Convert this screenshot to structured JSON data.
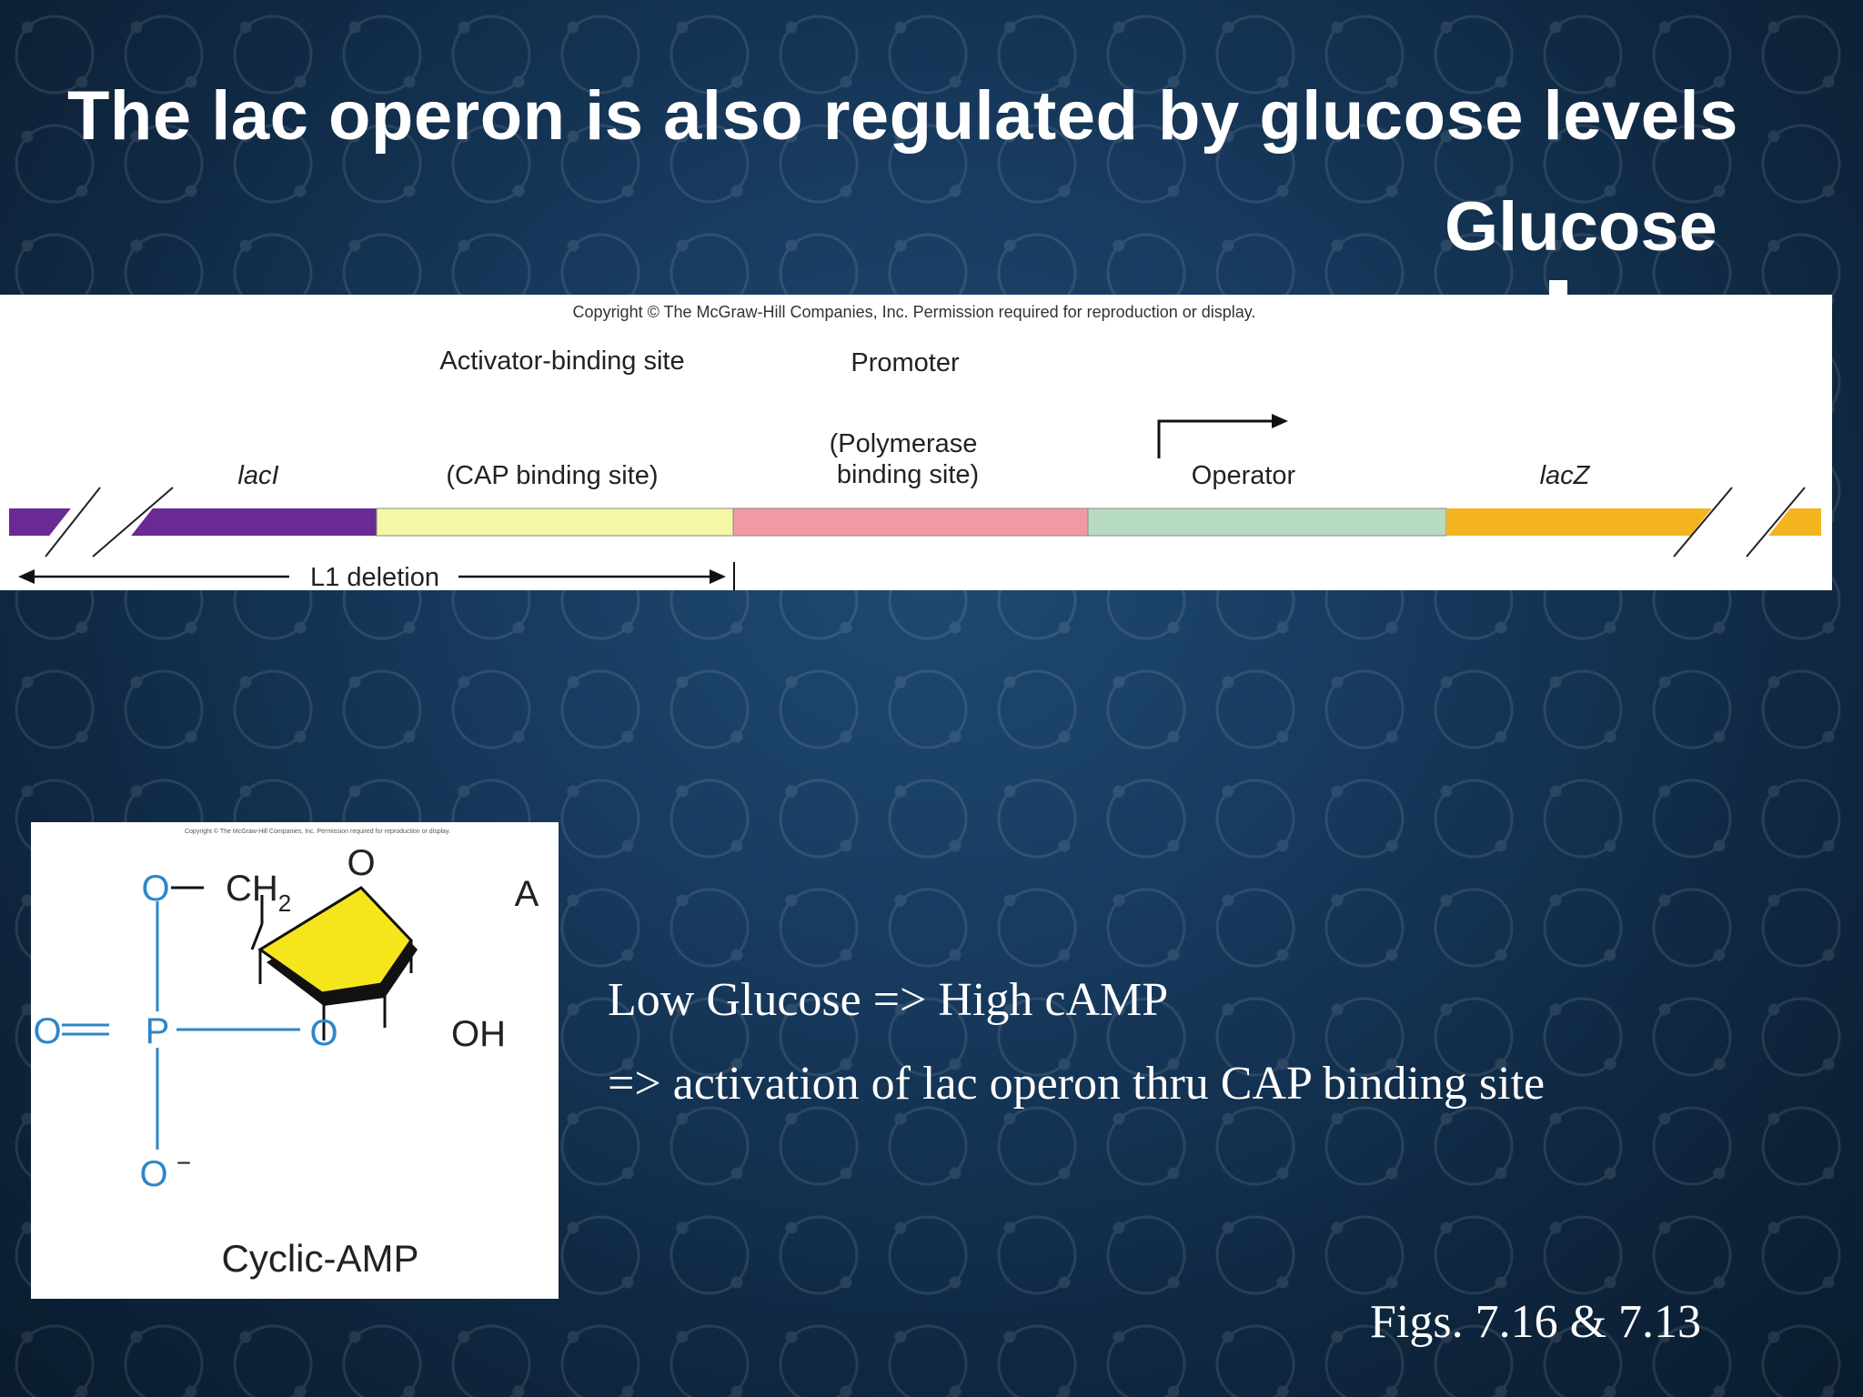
{
  "slide": {
    "title": "The lac operon is also regulated by glucose levels",
    "side_heading": "Glucose"
  },
  "operon_figure": {
    "copyright": "Copyright © The McGraw-Hill Companies, Inc. Permission required for reproduction or display.",
    "labels": {
      "activator_binding_site": "Activator-binding site",
      "promoter": "Promoter",
      "lacI": "lacI",
      "cap_binding_site": "(CAP binding site)",
      "polymerase_line1": "(Polymerase",
      "polymerase_line2": "binding site)",
      "operator": "Operator",
      "lacZ": "lacZ",
      "l1_deletion": "L1 deletion"
    },
    "segment_colors": {
      "lacI": "#6a2a93",
      "cap": "#f4f7a3",
      "promoter": "#f19aa6",
      "operator": "#b7dbc0",
      "lacZ": "#f4b41f"
    }
  },
  "camp_figure": {
    "copyright": "Copyright © The McGraw-Hill Companies, Inc. Permission required for reproduction or display.",
    "atoms": {
      "o_top_left": "O",
      "ch2": "CH",
      "ch2_sub": "2",
      "ring_o": "O",
      "base": "A",
      "o_double": "O",
      "p": "P",
      "o_bridge": "O",
      "oh": "OH",
      "o_minus": "O",
      "minus": "−"
    },
    "caption": "Cyclic-AMP",
    "colors": {
      "phosphate_blue": "#2f86c8",
      "ribose_yellow": "#f5e61c"
    }
  },
  "body": {
    "line1": "Low Glucose => High cAMP",
    "line2": "=> activation of lac operon thru CAP binding site"
  },
  "footer": {
    "figs": "Figs. 7.16 & 7.13"
  }
}
